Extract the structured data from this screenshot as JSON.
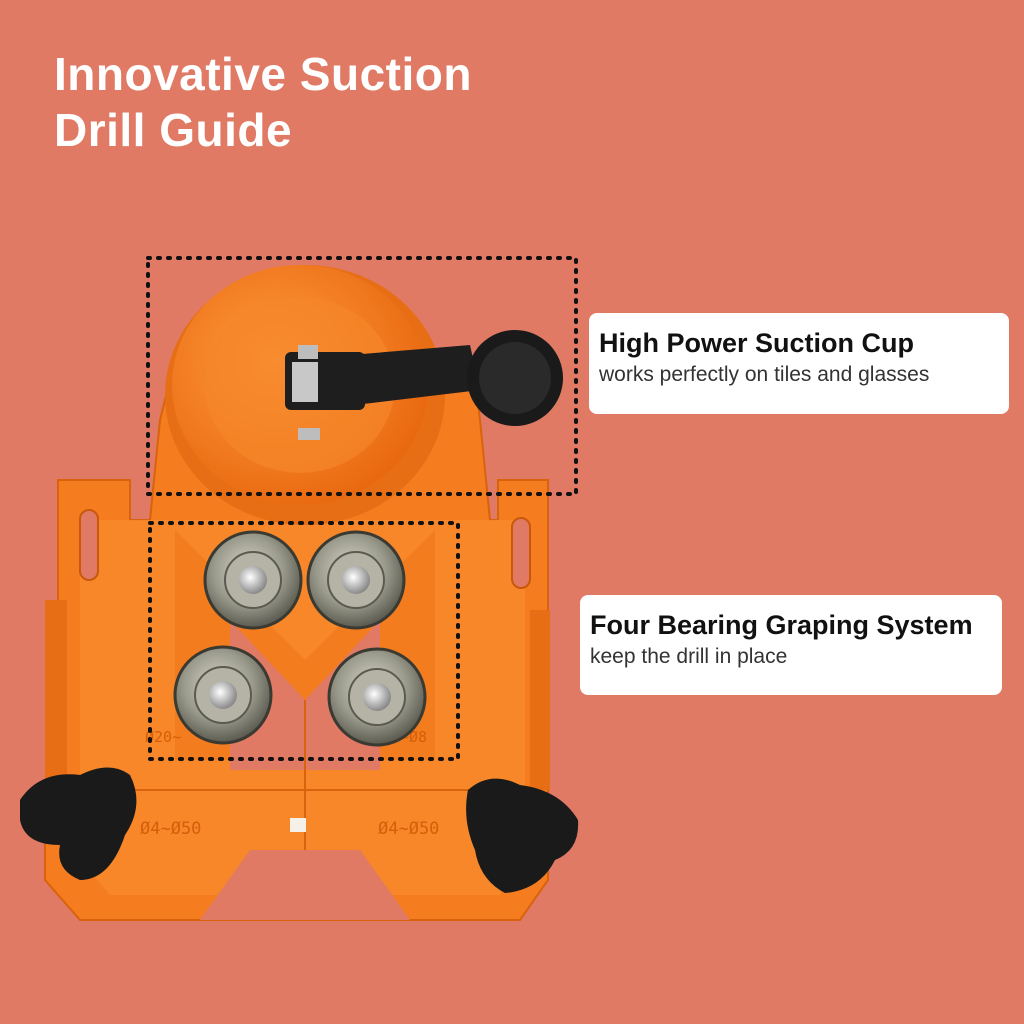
{
  "headline": {
    "line1": "Innovative Suction",
    "line2": "Drill Guide"
  },
  "callouts": [
    {
      "title": "High Power Suction Cup",
      "subtitle": "works perfectly on tiles and glasses"
    },
    {
      "title": "Four Bearing Graping System",
      "subtitle": "keep the drill in place"
    }
  ],
  "product": {
    "scale_left": "Ø4~Ø50",
    "scale_right": "Ø4~Ø50",
    "label_left": "Ø20~",
    "label_right": "~Ø8",
    "colors": {
      "background": "#E07A65",
      "body_orange": "#F57C1F",
      "knob_black": "#1A1A1A",
      "bearing_metal": "#9A9A8C"
    }
  }
}
